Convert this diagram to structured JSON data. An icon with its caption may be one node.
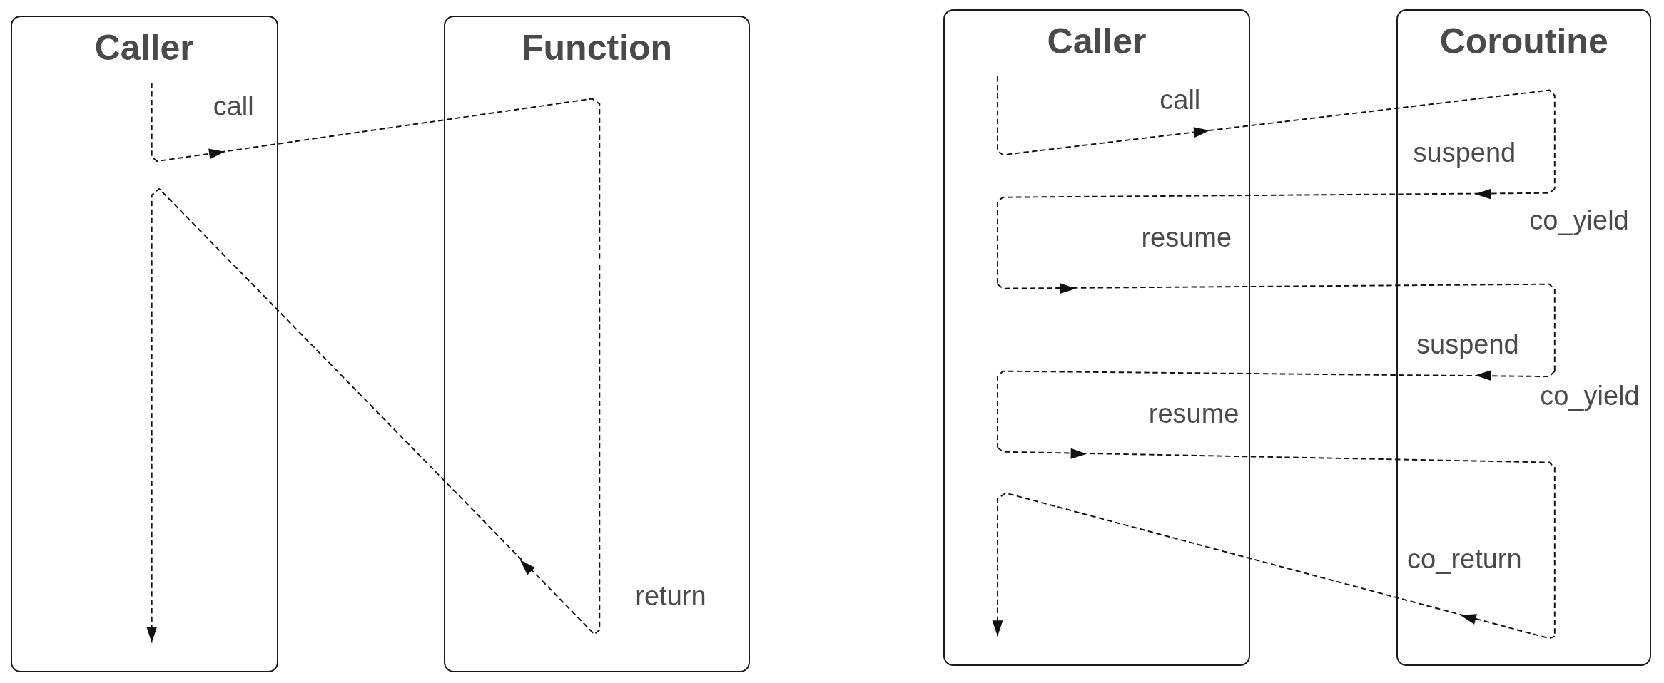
{
  "diagram": {
    "nodes": [
      {
        "text": [
          "Caller"
        ]
      },
      {
        "text": [
          "Function"
        ]
      },
      {
        "text": [
          "Caller"
        ]
      },
      {
        "text": [
          "Coroutine"
        ]
      }
    ],
    "edges": [
      {
        "from": 0,
        "to": 1,
        "arrow": "to",
        "label": "call"
      },
      {
        "from": 1,
        "to": 0,
        "arrow": "to",
        "label": "return"
      },
      {
        "from": 2,
        "to": 3,
        "arrow": "to",
        "label": "call"
      },
      {
        "from": 3,
        "to": 2,
        "arrow": "to",
        "label": "suspend"
      },
      {
        "from": 2,
        "to": 3,
        "arrow": "to",
        "label": "resume"
      },
      {
        "from": 3,
        "to": 2,
        "arrow": "to",
        "label": "suspend"
      },
      {
        "from": 2,
        "to": 3,
        "arrow": "to",
        "label": "resume"
      },
      {
        "from": 3,
        "to": 2,
        "arrow": "to",
        "label": "co_return"
      }
    ],
    "labels": [
      "co_yield",
      "co_yield"
    ]
  }
}
